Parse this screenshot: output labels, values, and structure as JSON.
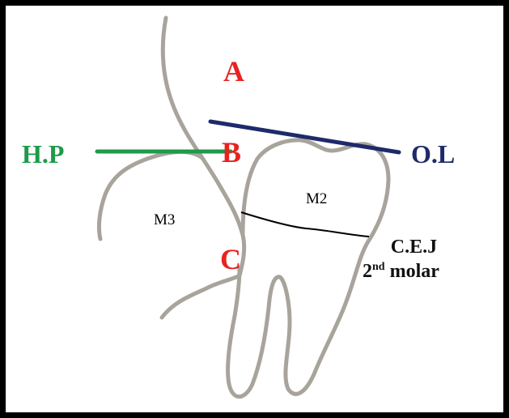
{
  "points": {
    "a": "A",
    "b": "B",
    "c": "C"
  },
  "lines": {
    "horizontal_plane": {
      "label": "H.P",
      "color": "#1e9a4a"
    },
    "occlusal_line": {
      "label": "O.L",
      "color": "#1d2a6b"
    }
  },
  "teeth": {
    "third_molar": "M3",
    "second_molar": "M2"
  },
  "cej": {
    "title": "C.E.J",
    "ordinal": "2",
    "ordinal_suffix": "nd",
    "tooth": "molar"
  },
  "colors": {
    "point_labels": "#e8231f",
    "tooth_outline": "#a8a49c",
    "cej_line": "#000000",
    "frame": "#000000"
  }
}
